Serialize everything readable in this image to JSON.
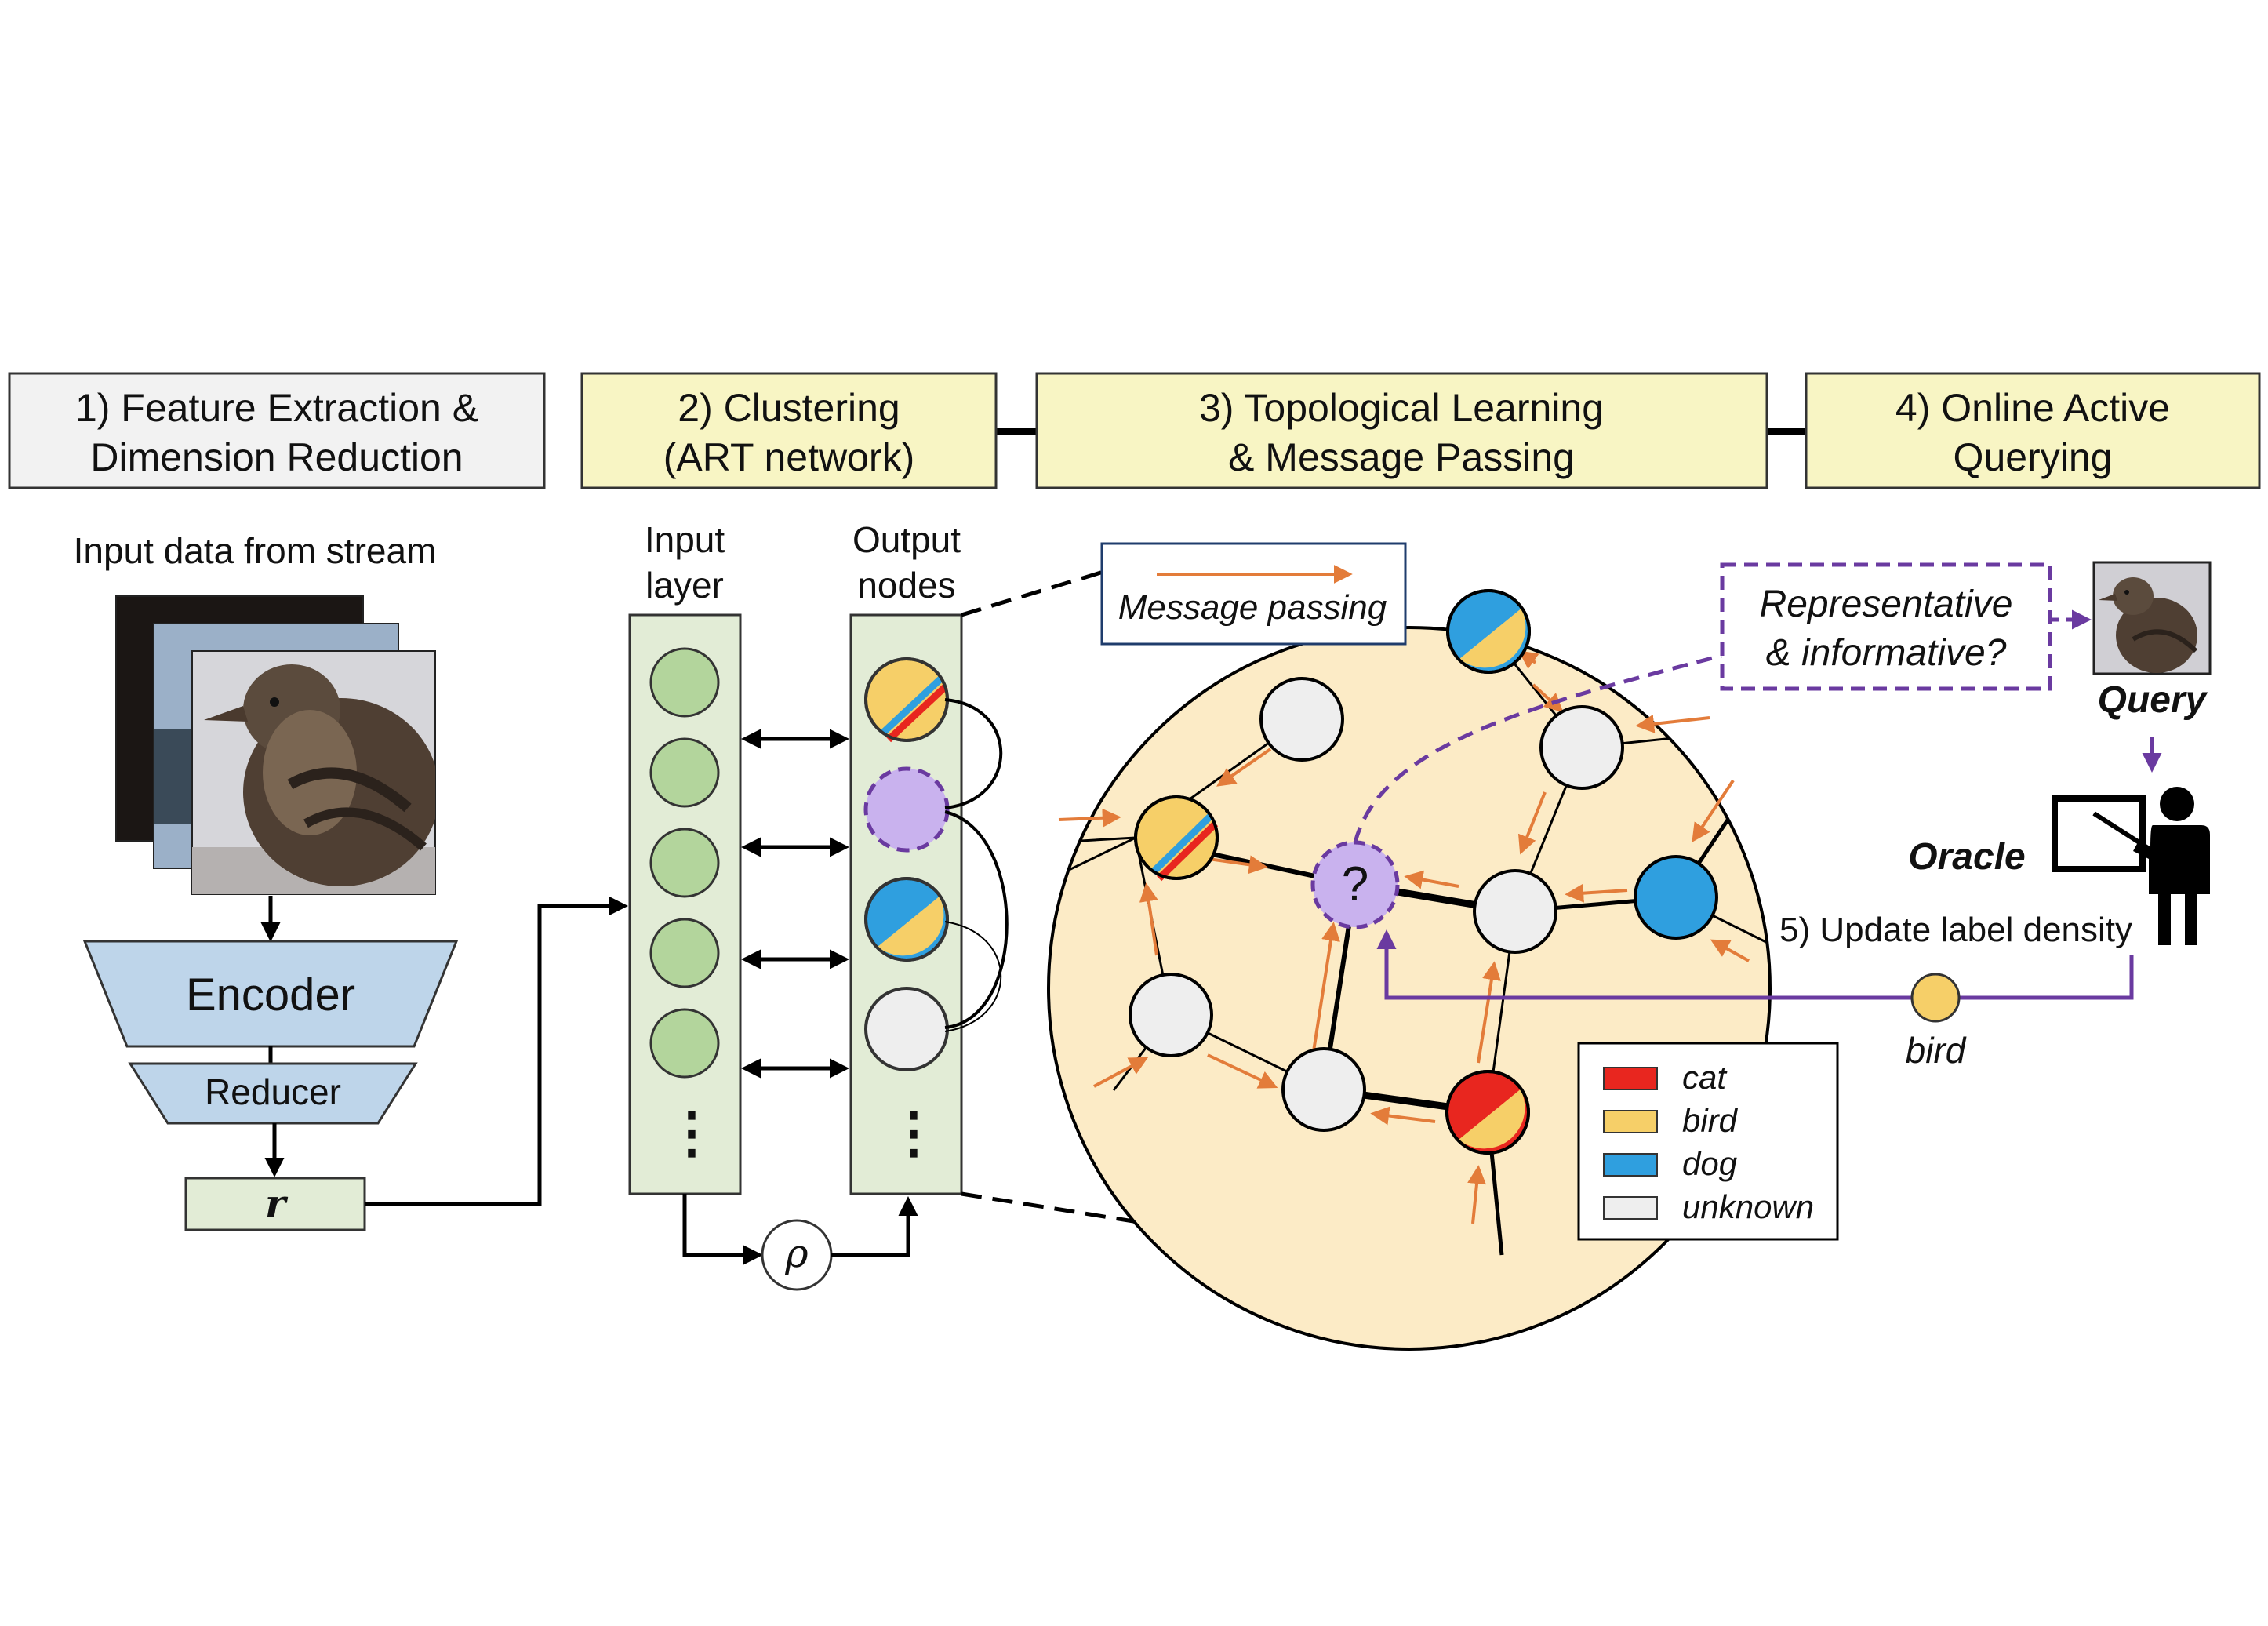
{
  "stages": [
    {
      "line1": "1) Feature Extraction &",
      "line2": "Dimension Reduction",
      "fill": "#f2f2f2"
    },
    {
      "line1": "2) Clustering",
      "line2": "(ART network)",
      "fill": "#f8f5c4"
    },
    {
      "line1": "3) Topological Learning",
      "line2": "& Message Passing",
      "fill": "#f8f5c4"
    },
    {
      "line1": "4) Online Active",
      "line2": "Querying",
      "fill": "#f8f5c4"
    }
  ],
  "feature": {
    "input_caption": "Input data from stream",
    "encoder": "Encoder",
    "reducer": "Reducer",
    "vector": "r"
  },
  "art": {
    "input_layer_line1": "Input",
    "input_layer_line2": "layer",
    "output_nodes_line1": "Output",
    "output_nodes_line2": "nodes",
    "vigilance": "ρ",
    "ellipsis": "⋮"
  },
  "graph": {
    "message_passing": "Message passing",
    "unknown_node_mark": "?"
  },
  "query": {
    "question_line1": "Representative",
    "question_line2": "& informative?",
    "query_label": "Query",
    "oracle_label": "Oracle",
    "update_label": "5) Update label density",
    "answer_label": "bird"
  },
  "legend": [
    {
      "label": "cat",
      "color": "#e8261f"
    },
    {
      "label": "bird",
      "color": "#f6cf68"
    },
    {
      "label": "dog",
      "color": "#2f9fdf"
    },
    {
      "label": "unknown",
      "color": "#eeeeee"
    }
  ],
  "colors": {
    "graph_background": "#fcebc6",
    "panel_green": "#e2ecd6",
    "input_node_green": "#b3d59c",
    "query_purple": "#6a3aa0",
    "query_node_fill": "#c9b2ee",
    "arrow_orange": "#e37c3a",
    "encoder_blue": "#bed5ea"
  },
  "icons": [
    "bird-image-icon",
    "person-icon",
    "whiteboard-icon"
  ]
}
